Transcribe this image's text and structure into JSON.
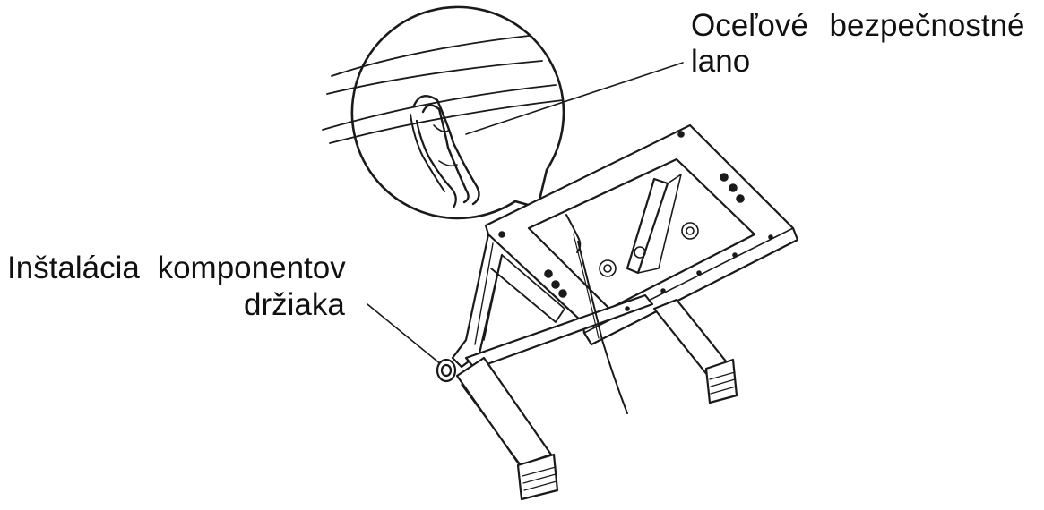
{
  "labels": {
    "safety_cable": {
      "line1": "Oceľové  bezpečnostné",
      "line2": "lano"
    },
    "bracket_installation": {
      "line1": "Inštalácia  komponentov",
      "line2": "držiaka"
    }
  },
  "colors": {
    "line": "#1a1a1a",
    "background": "#ffffff"
  }
}
